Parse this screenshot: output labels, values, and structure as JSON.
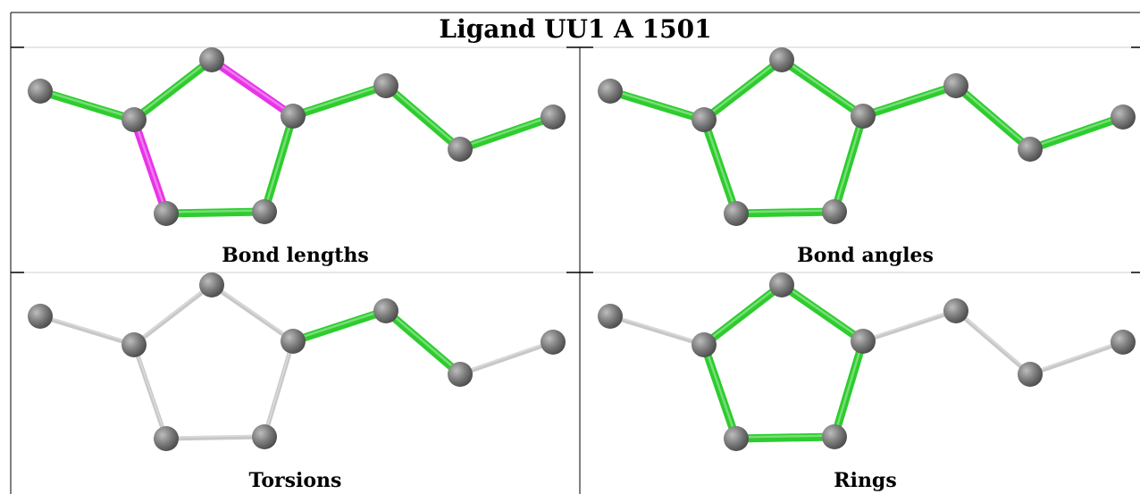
{
  "title": "Ligand UU1 A 1501",
  "colors": {
    "green": "#2ecc2e",
    "magenta": "#e834e8",
    "grey": "#c8c8c8",
    "atom": "#707070",
    "grid": "#000000"
  },
  "molecule": {
    "atoms": [
      "A1",
      "A2",
      "A3",
      "A4",
      "A5",
      "A6",
      "A7",
      "A8",
      "A9"
    ],
    "bonds": [
      [
        "A1",
        "A2"
      ],
      [
        "A2",
        "A3"
      ],
      [
        "A3",
        "A4"
      ],
      [
        "A4",
        "A5"
      ],
      [
        "A5",
        "A6"
      ],
      [
        "A6",
        "A2"
      ],
      [
        "A4",
        "A7"
      ],
      [
        "A7",
        "A8"
      ],
      [
        "A8",
        "A9"
      ]
    ]
  },
  "panels": [
    {
      "label": "Bond lengths",
      "bond_colors": [
        "green",
        "green",
        "magenta",
        "green",
        "green",
        "magenta",
        "green",
        "green",
        "green"
      ]
    },
    {
      "label": "Bond angles",
      "bond_colors": [
        "green",
        "green",
        "green",
        "green",
        "green",
        "green",
        "green",
        "green",
        "green"
      ]
    },
    {
      "label": "Torsions",
      "bond_colors": [
        "grey",
        "grey",
        "grey",
        "grey",
        "grey",
        "grey",
        "green",
        "green",
        "grey"
      ]
    },
    {
      "label": "Rings",
      "bond_colors": [
        "grey",
        "green",
        "green",
        "green",
        "green",
        "green",
        "grey",
        "grey",
        "grey"
      ]
    }
  ]
}
